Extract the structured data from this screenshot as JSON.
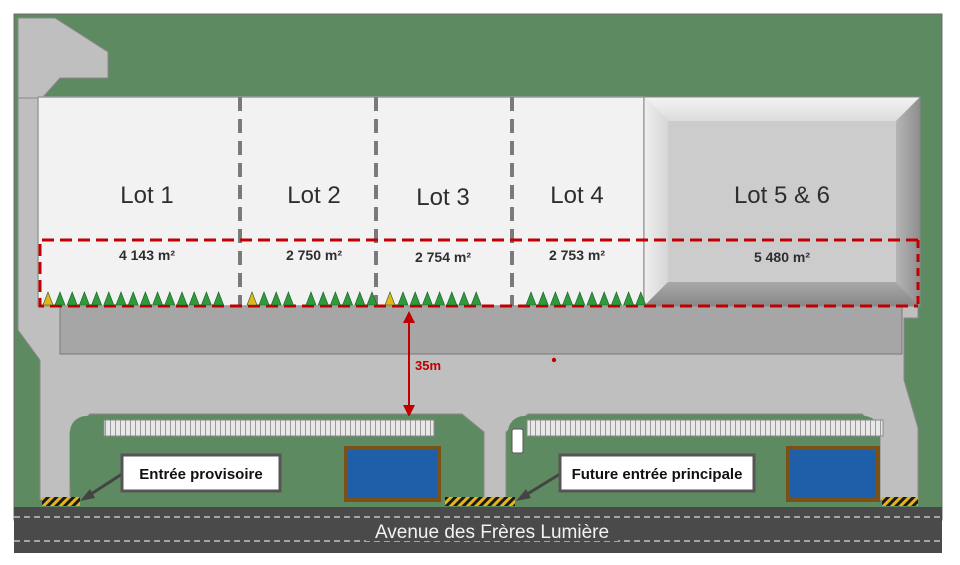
{
  "lots": [
    {
      "label": "Lot 1",
      "area": "4 143 m²"
    },
    {
      "label": "Lot 2",
      "area": "2 750 m²"
    },
    {
      "label": "Lot 3",
      "area": "2 754 m²"
    },
    {
      "label": "Lot 4",
      "area": "2 753 m²"
    },
    {
      "label": "Lot 5 & 6",
      "area": "5 480 m²"
    }
  ],
  "distance_label": "35m",
  "entrances": {
    "temporary": "Entrée provisoire",
    "future_main": "Future entrée principale"
  },
  "road_name": "Avenue des Frères Lumière",
  "colors": {
    "grass": "#5e8a62",
    "asphalt": "#bfbfbf",
    "dark_asphalt": "#a6a6a6",
    "building": "#f2f2f2",
    "big_building": "#cdcdcd",
    "boundary": "#c00000",
    "tree": "#2e9a3c",
    "road": "#4a4a4a",
    "basin": "#1f5faa",
    "basin_border": "#7a5218",
    "gate_yellow": "#e3b51a"
  },
  "icons": {
    "tree": "triangle-tree-icon",
    "marker": "yellow-triangle-icon",
    "arrow": "double-arrow-icon"
  }
}
